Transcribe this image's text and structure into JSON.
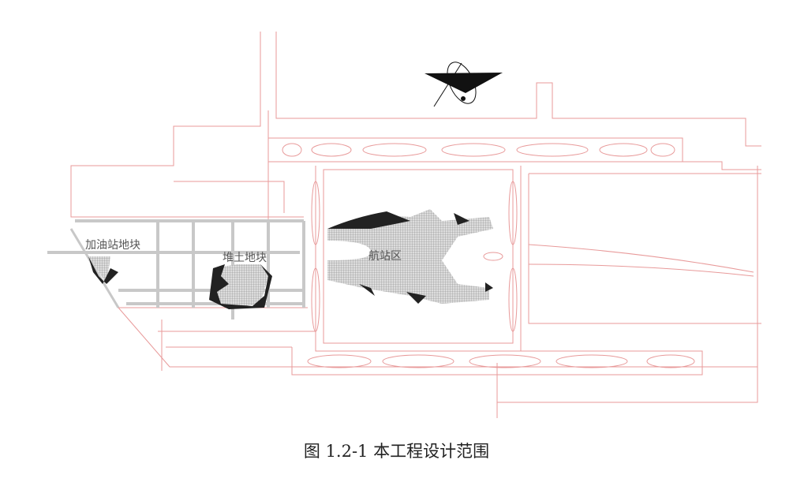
{
  "figure": {
    "labels": {
      "fuel_station_plot": "加油站地块",
      "soil_pile_plot": "堆土地块",
      "terminal_area": "航站区"
    },
    "caption": "图 1.2-1  本工程设计范围",
    "colors": {
      "boundary_line": "#e89a9a",
      "road_grid": "#c8c8c8",
      "hatched_area": "#9a9a9a",
      "dark_fill": "#222222"
    },
    "north_arrow_icon": "north-arrow-icon"
  }
}
